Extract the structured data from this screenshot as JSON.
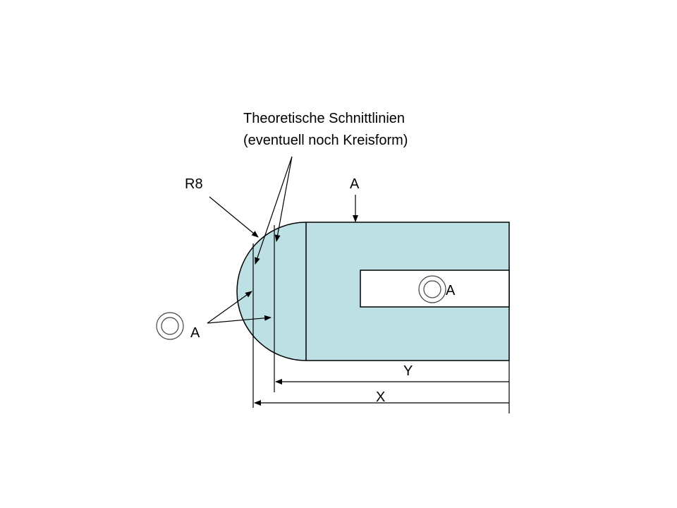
{
  "title_line1": "Theoretische Schnittlinien",
  "title_line2": "(eventuell noch Kreisform)",
  "radius_label": "R8",
  "top_marker_label": "A",
  "slot_marker_label": "A",
  "left_marker_label": "A",
  "dimension_y_label": "Y",
  "dimension_x_label": "X",
  "colors": {
    "part_fill": "#bde0e4",
    "stroke": "#000000",
    "slot_fill": "#ffffff"
  }
}
